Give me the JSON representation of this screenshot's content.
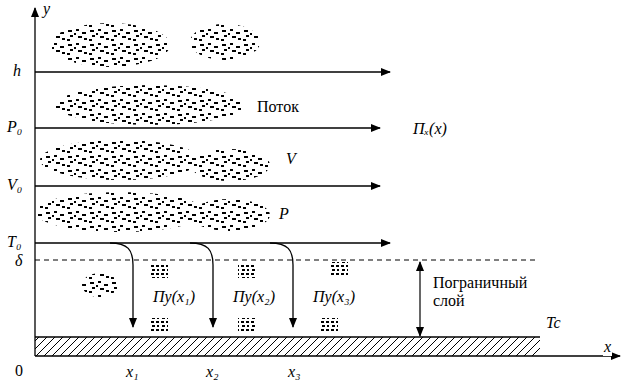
{
  "diagram": {
    "labels": [
      "y",
      "h",
      "P₀",
      "V₀",
      "T₀",
      "δ",
      "0",
      "Поток",
      "Πₓ(x)",
      "V",
      "P",
      "Πy(x₁)",
      "Πy(x₂)",
      "Πy(x₃)",
      "Пограничный слой",
      "Tc",
      "x",
      "x₁",
      "x₂",
      "x₃"
    ]
  }
}
